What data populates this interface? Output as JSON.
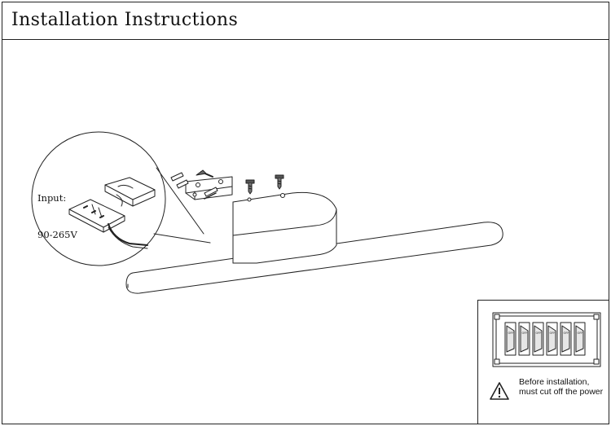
{
  "header": {
    "title": "Installation Instructions"
  },
  "callout": {
    "input_line1": "Input:",
    "input_line2": "90-265V"
  },
  "warning": {
    "text": "Before installation, must cut off the power"
  },
  "switch_labels": [
    "OFF",
    "OFF",
    "OFF",
    "OFF",
    "OFF",
    "OFF"
  ],
  "colors": {
    "line": "#222222",
    "background": "#ffffff"
  }
}
